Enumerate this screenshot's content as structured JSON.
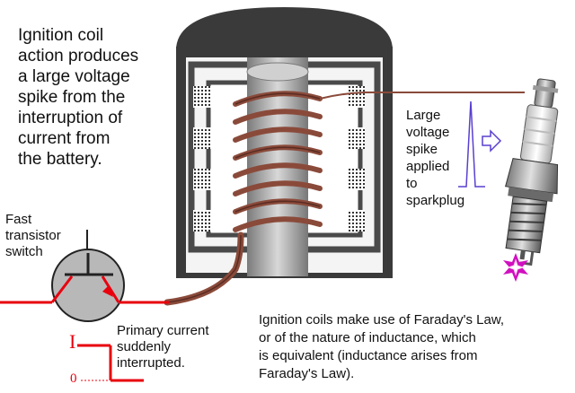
{
  "texts": {
    "intro": "Ignition coil\naction produces\na large voltage\nspike from the\ninterruption of\ncurrent from\nthe battery.",
    "fast_switch": "Fast\ntransistor\nswitch",
    "large_spike": "Large\nvoltage\nspike\napplied\nto\nsparkplug",
    "primary_current": "Primary current\nsuddenly\ninterrupted.",
    "faraday": "Ignition coils make use of Faraday's Law,\nor of the nature of inductance, which\nis equivalent (inductance arises from\nFaraday's Law).",
    "current_high": "I",
    "current_low": "0"
  },
  "colors": {
    "wire_red": "#e8000e",
    "coil_brown": "#8a4a3a",
    "housing_dark": "#3a3a3a",
    "spike_purple": "#5a3fd0",
    "spark_magenta": "#d010c0"
  }
}
